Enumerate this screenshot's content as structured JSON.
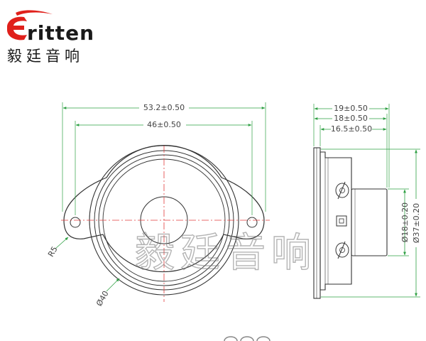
{
  "brand": {
    "logo_latin": "Eritten",
    "logo_cn": "毅廷音响",
    "watermark": "毅廷音响",
    "accent_color": "#e0201b",
    "text_color": "#1a1a1a"
  },
  "front_view": {
    "dim_outer_width": "53.2±0.50",
    "dim_hole_spacing": "46±0.50",
    "dim_corner_radius": "R5",
    "dim_diameter": "Ø40"
  },
  "side_view": {
    "dim_depth_total": "19±0.50",
    "dim_depth_mid": "18±0.50",
    "dim_depth_magnet": "16.5±0.50",
    "dim_magnet_diameter": "Ø18±0.20",
    "dim_frame_diameter": "Ø37±0.20"
  },
  "colors": {
    "dimension_line": "#2ea043",
    "center_line": "#e23b3b",
    "outline": "#333333"
  }
}
